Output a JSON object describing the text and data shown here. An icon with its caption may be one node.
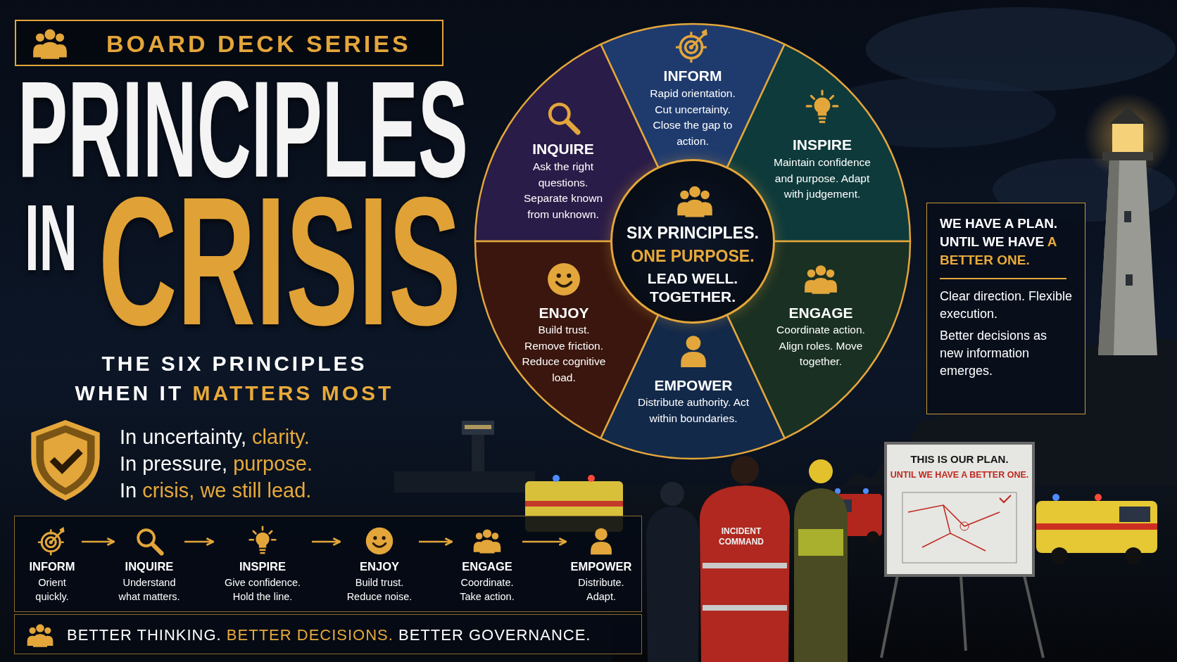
{
  "diagram": {
    "nodes": [
      {
        "text": [
          "BOARD DECK SERIES"
        ]
      },
      {
        "text": [
          "INFORM",
          "Rapid orientation. Cut uncertainty. Close the gap to action."
        ]
      },
      {
        "text": [
          "INQUIRE",
          "Ask the right questions. Separate known from unknown."
        ]
      },
      {
        "text": [
          "INSPIRE",
          "Maintain confidence and purpose. Adapt with judgement."
        ]
      },
      {
        "text": [
          "SIX PRINCIPLES. **ONE PURPOSE.**",
          "LEAD WELL. TOGETHER."
        ]
      },
      {
        "text": [
          "ENJOY",
          "Build trust. Remove friction. Reduce cognitive load."
        ]
      },
      {
        "text": [
          "ENGAGE",
          "Coordinate action. Align roles. Move together."
        ]
      },
      {
        "text": [
          "EMPOWER",
          "Distribute authority. Act within boundaries."
        ]
      },
      {
        "text": [
          "WE HAVE A PLAN. UNTIL WE HAVE **A BETTER ONE.**",
          "Clear direction. Flexible execution.",
          "Better decisions as new information emerges."
        ]
      },
      {
        "text": [
          "THIS IS OUR PLAN.",
          "UNTIL WE HAVE A BETTER ONE."
        ]
      },
      {
        "text": [],
        "shape": "box"
      },
      {
        "text": [
          "INFORM",
          "Orient quickly."
        ],
        "in": 10
      },
      {
        "text": [
          "INQUIRE",
          "Understand what matters."
        ],
        "in": 10
      },
      {
        "text": [
          "INSPIRE",
          "Give confidence. Hold the line."
        ],
        "in": 10
      },
      {
        "text": [
          "ENJOY",
          "Build trust. Reduce noise."
        ],
        "in": 10
      },
      {
        "text": [
          "ENGAGE",
          "Coordinate. Take action."
        ],
        "in": 10
      },
      {
        "text": [
          "EMPOWER",
          "Distribute. Adapt."
        ],
        "in": 10
      },
      {
        "text": [
          "BETTER THINKING. **BETTER DECISIONS.** BETTER GOVERNANCE."
        ]
      }
    ],
    "edges": [
      {
        "from": 11,
        "to": 12,
        "arrow": "to"
      },
      {
        "from": 12,
        "to": 13,
        "arrow": "to"
      },
      {
        "from": 13,
        "to": 14,
        "arrow": "to"
      },
      {
        "from": 14,
        "to": 15,
        "arrow": "to"
      },
      {
        "from": 15,
        "to": 16,
        "arrow": "to"
      }
    ],
    "labels": [
      "PRINCIPLES",
      "IN",
      "CRISIS",
      "THE SIX PRINCIPLES WHEN IT **MATTERS MOST**",
      "In uncertainty, **clarity.**",
      "In pressure, **purpose.**",
      "In **crisis, we still lead.**",
      "INCIDENT COMMAND"
    ]
  }
}
